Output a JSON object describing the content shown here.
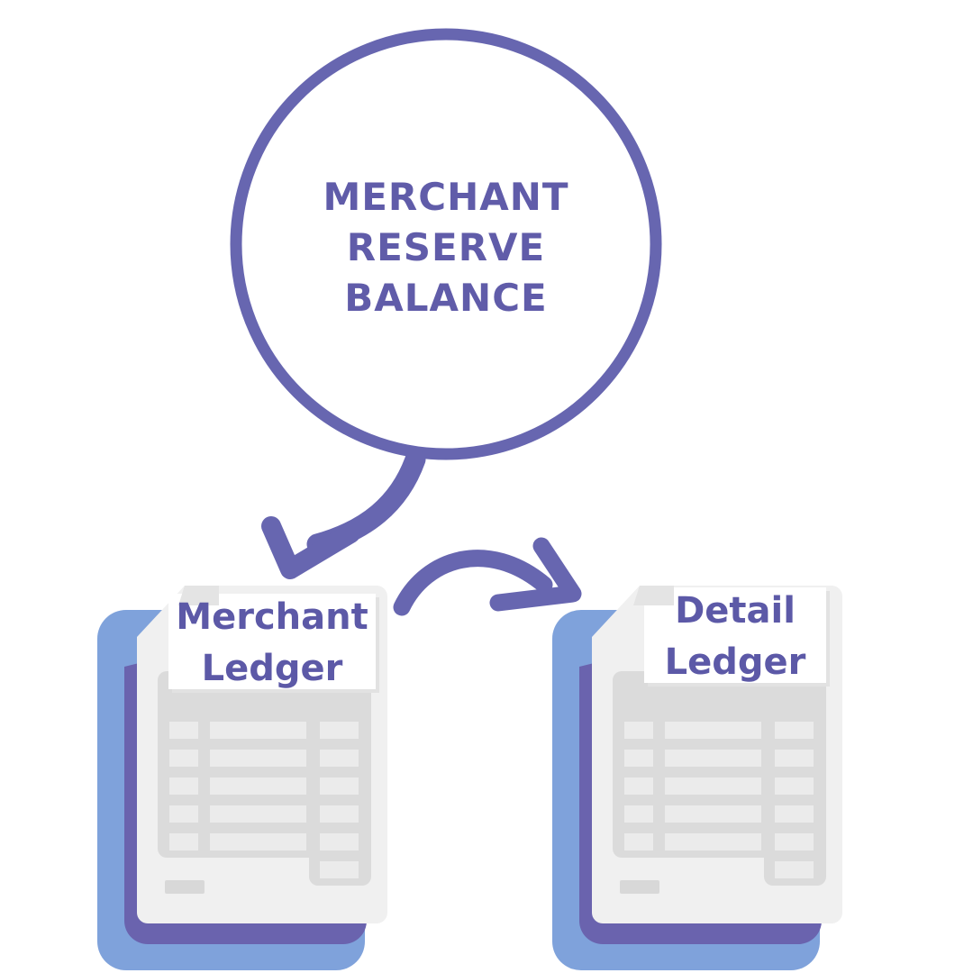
{
  "diagram": {
    "circle": {
      "lines": [
        "MERCHANT",
        "RESERVE",
        "BALANCE"
      ]
    },
    "ledgers": [
      {
        "id": "merchant-ledger",
        "label_lines": [
          "Merchant",
          "Ledger"
        ]
      },
      {
        "id": "detail-ledger",
        "label_lines": [
          "Detail",
          "Ledger"
        ]
      }
    ],
    "arrows": [
      {
        "id": "arrow-circle-to-merchant-ledger",
        "icon": "curved-arrow-down-left-icon"
      },
      {
        "id": "arrow-merchant-to-detail-ledger",
        "icon": "curved-arrow-right-icon"
      }
    ],
    "colors": {
      "accent_purple": "#6766B0",
      "card_purple": "#6A63AE",
      "card_blue": "#7FA2DB",
      "page_gray": "#F0F0F0",
      "table_gray": "#DBDBDB",
      "cell_gray": "#EBEBEB",
      "bar_gray": "#D8D8D8",
      "fold_gray": "#E4E4E4",
      "label_shadow": "#E2E2E2",
      "label_bg": "#FFFFFF",
      "circle_text": "#605CA9",
      "label_text": "#5C59A7",
      "background": "#FFFFFF"
    }
  }
}
